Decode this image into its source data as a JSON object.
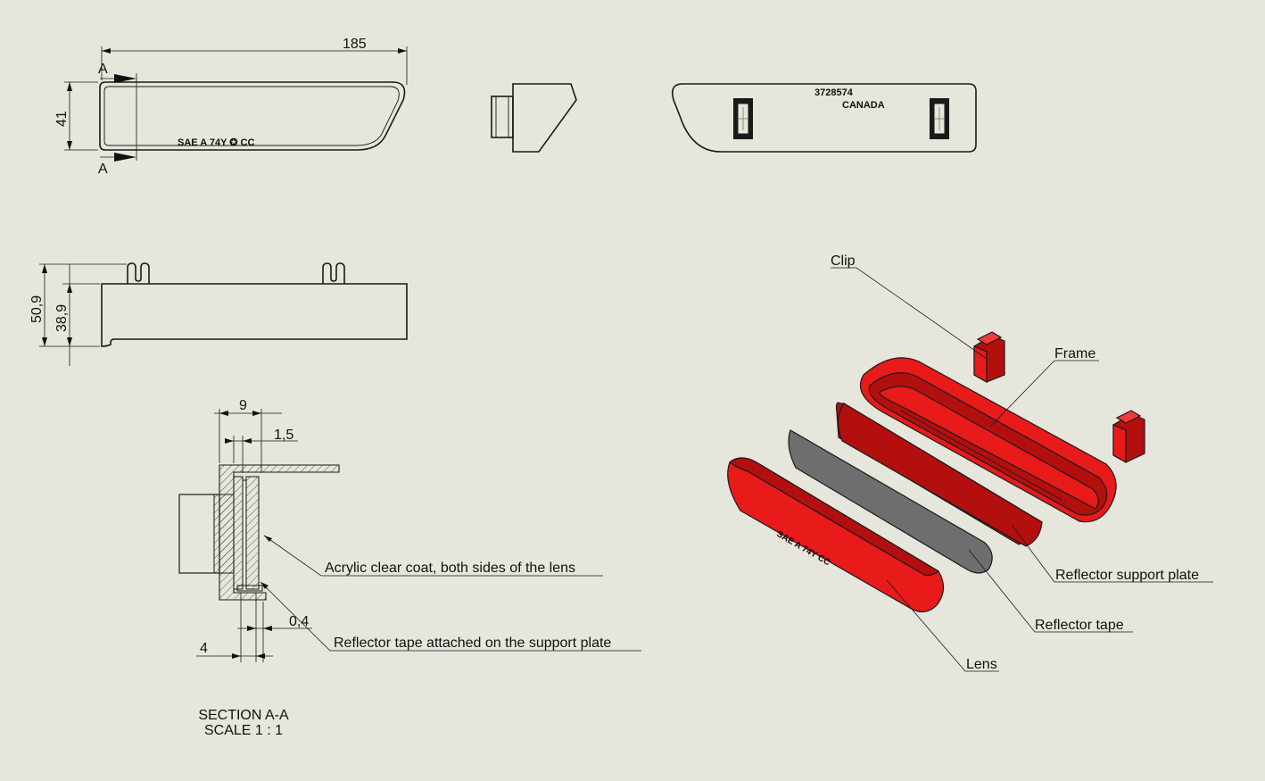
{
  "dimensions": {
    "length": "185",
    "width": "41",
    "height_total": "50,9",
    "height_body": "38,9",
    "section_9": "9",
    "section_1_5": "1,5",
    "section_0_4": "0,4",
    "section_4": "4"
  },
  "section_marks": {
    "top": "A",
    "bottom": "A"
  },
  "part_markings": {
    "sae": "SAE A 74Y ✪ CC",
    "number": "3728574",
    "country": "CANADA"
  },
  "section_title": {
    "line1": "SECTION A-A",
    "line2": "SCALE 1 : 1"
  },
  "section_notes": {
    "coat": "Acrylic clear coat, both sides of the lens",
    "tape": "Reflector tape attached on the support plate"
  },
  "exploded_labels": {
    "clip": "Clip",
    "frame": "Frame",
    "support_plate": "Reflector support plate",
    "reflector_tape": "Reflector tape",
    "lens": "Lens"
  },
  "colors": {
    "background": "#e6e6dc",
    "part_red": "#e81a1a",
    "part_dark_red": "#b40f0f",
    "tape_grey": "#6e6e6e"
  }
}
